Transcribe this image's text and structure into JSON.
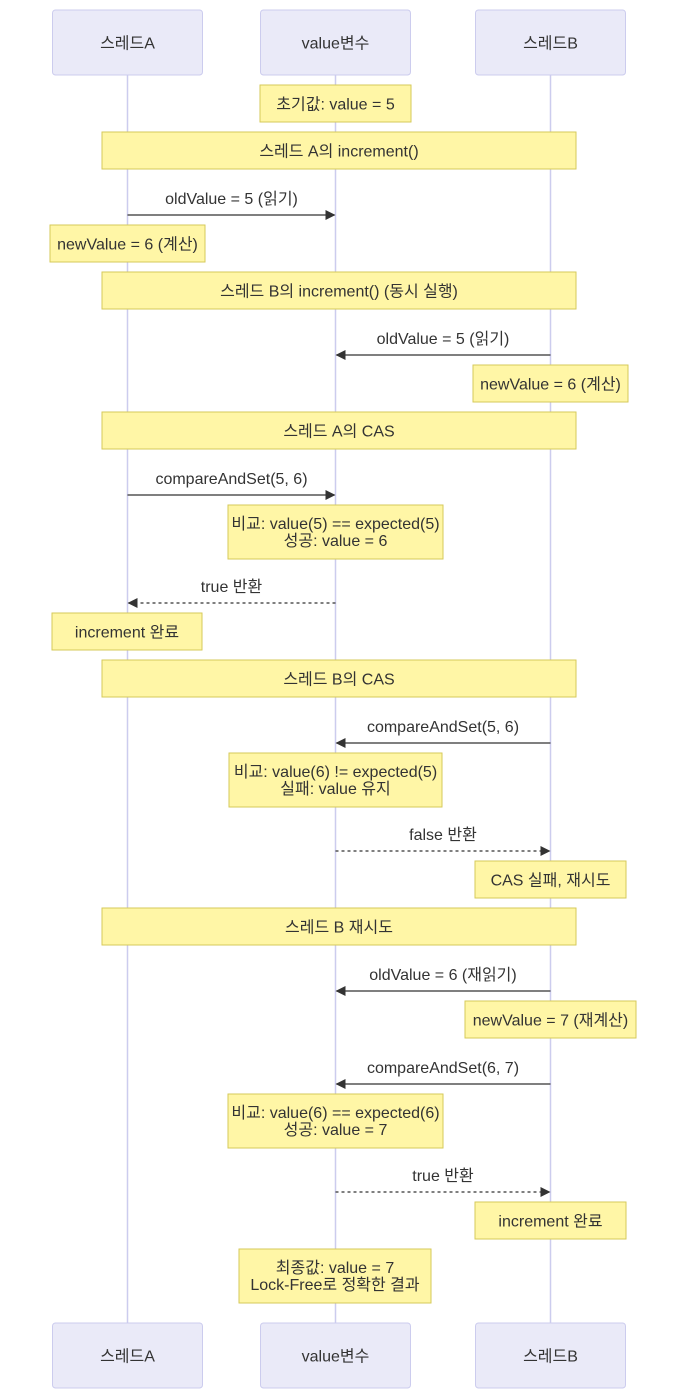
{
  "colors": {
    "actor_fill": "#eaeaf8",
    "actor_stroke": "#ccccee",
    "lifeline": "#ccccee",
    "note_fill": "#fff6a6",
    "note_stroke": "#d6c95a",
    "arrow": "#333333",
    "text": "#333333"
  },
  "actors": [
    {
      "id": "threadA",
      "label": "스레드A"
    },
    {
      "id": "value",
      "label": "value변수"
    },
    {
      "id": "threadB",
      "label": "스레드B"
    }
  ],
  "steps": [
    {
      "kind": "note",
      "over": [
        "value"
      ],
      "lines": [
        "초기값: value = 5"
      ]
    },
    {
      "kind": "note",
      "over": [
        "threadA",
        "threadB"
      ],
      "lines": [
        "스레드 A의 increment()"
      ]
    },
    {
      "kind": "message",
      "from": "threadA",
      "to": "value",
      "style": "solid",
      "label": "oldValue = 5 (읽기)"
    },
    {
      "kind": "note",
      "over": [
        "threadA"
      ],
      "lines": [
        "newValue = 6 (계산)"
      ]
    },
    {
      "kind": "note",
      "over": [
        "threadA",
        "threadB"
      ],
      "lines": [
        "스레드 B의 increment() (동시 실행)"
      ]
    },
    {
      "kind": "message",
      "from": "threadB",
      "to": "value",
      "style": "solid",
      "label": "oldValue = 5 (읽기)"
    },
    {
      "kind": "note",
      "over": [
        "threadB"
      ],
      "lines": [
        "newValue = 6 (계산)"
      ]
    },
    {
      "kind": "note",
      "over": [
        "threadA",
        "threadB"
      ],
      "lines": [
        "스레드 A의 CAS"
      ]
    },
    {
      "kind": "message",
      "from": "threadA",
      "to": "value",
      "style": "solid",
      "label": "compareAndSet(5, 6)"
    },
    {
      "kind": "note",
      "over": [
        "value"
      ],
      "lines": [
        "비교: value(5) == expected(5)",
        "성공: value = 6"
      ]
    },
    {
      "kind": "message",
      "from": "value",
      "to": "threadA",
      "style": "dashed",
      "label": "true 반환"
    },
    {
      "kind": "note",
      "over": [
        "threadA"
      ],
      "lines": [
        "increment 완료"
      ]
    },
    {
      "kind": "note",
      "over": [
        "threadA",
        "threadB"
      ],
      "lines": [
        "스레드 B의 CAS"
      ]
    },
    {
      "kind": "message",
      "from": "threadB",
      "to": "value",
      "style": "solid",
      "label": "compareAndSet(5, 6)"
    },
    {
      "kind": "note",
      "over": [
        "value"
      ],
      "lines": [
        "비교: value(6) != expected(5)",
        "실패: value 유지"
      ]
    },
    {
      "kind": "message",
      "from": "value",
      "to": "threadB",
      "style": "dashed",
      "label": "false 반환"
    },
    {
      "kind": "note",
      "over": [
        "threadB"
      ],
      "lines": [
        "CAS 실패, 재시도"
      ]
    },
    {
      "kind": "note",
      "over": [
        "threadA",
        "threadB"
      ],
      "lines": [
        "스레드 B 재시도"
      ]
    },
    {
      "kind": "message",
      "from": "threadB",
      "to": "value",
      "style": "solid",
      "label": "oldValue = 6 (재읽기)"
    },
    {
      "kind": "note",
      "over": [
        "threadB"
      ],
      "lines": [
        "newValue = 7 (재계산)"
      ]
    },
    {
      "kind": "message",
      "from": "threadB",
      "to": "value",
      "style": "solid",
      "label": "compareAndSet(6, 7)"
    },
    {
      "kind": "note",
      "over": [
        "value"
      ],
      "lines": [
        "비교: value(6) == expected(6)",
        "성공: value = 7"
      ]
    },
    {
      "kind": "message",
      "from": "value",
      "to": "threadB",
      "style": "dashed",
      "label": "true 반환"
    },
    {
      "kind": "note",
      "over": [
        "threadB"
      ],
      "lines": [
        "increment 완료"
      ]
    },
    {
      "kind": "note",
      "over": [
        "value"
      ],
      "lines": [
        "최종값: value = 7",
        "Lock-Free로 정확한 결과"
      ]
    }
  ]
}
